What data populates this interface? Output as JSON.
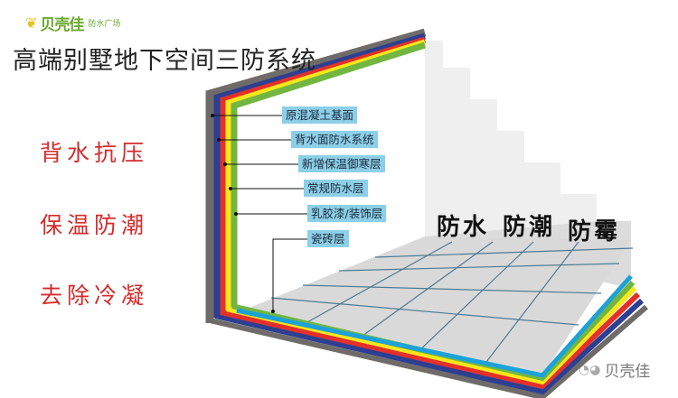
{
  "brand": {
    "name": "贝壳佳",
    "sub": "防水广场"
  },
  "title": "高端别墅地下空间三防系统",
  "benefits": [
    "背水抗压",
    "保温防潮",
    "去除冷凝"
  ],
  "protections": [
    "防水",
    "防潮",
    "防霉"
  ],
  "layers": [
    {
      "label": "原混凝土基面",
      "color": "#6e6b69"
    },
    {
      "label": "背水面防水系统",
      "color": "#2c3f92"
    },
    {
      "label": "新增保温御寒层",
      "color": "#e3302a"
    },
    {
      "label": "常规防水层",
      "color": "#f7e71a"
    },
    {
      "label": "乳胶漆/装饰层",
      "color": "#72b641"
    },
    {
      "label": "瓷砖层",
      "color": "#1da1d9"
    }
  ],
  "watermark": "贝壳佳"
}
